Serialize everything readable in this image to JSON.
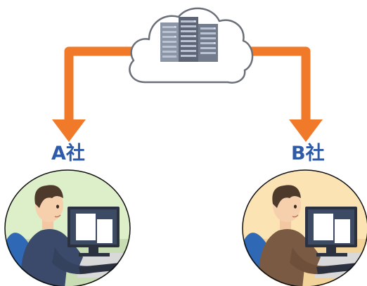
{
  "diagram": {
    "nodes": {
      "cloud": {
        "icon": "cloud-server-icon"
      },
      "company_a": {
        "label": "A社",
        "icon": "office-worker-at-computer-icon",
        "background_color": "#dcefc9"
      },
      "company_b": {
        "label": "B社",
        "icon": "office-worker-at-computer-icon",
        "background_color": "#fbe3b4"
      }
    },
    "edges": [
      {
        "from": "cloud",
        "to": "company_a",
        "color": "#f07a2a"
      },
      {
        "from": "cloud",
        "to": "company_b",
        "color": "#f07a2a"
      }
    ],
    "colors": {
      "arrow": "#f07a2a",
      "label": "#2f5aa8",
      "cloud_outline": "#6b6f78",
      "server": "#5e6675"
    }
  }
}
